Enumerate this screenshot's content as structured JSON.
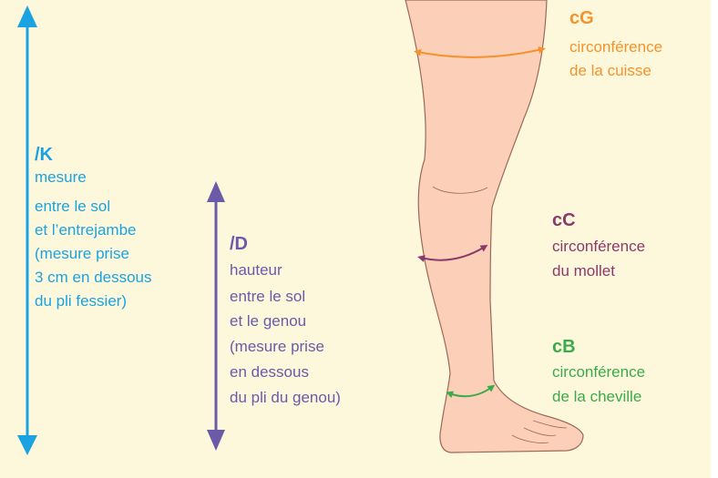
{
  "colors": {
    "background": "#fdf8dc",
    "skin": "#fcd0b8",
    "outline": "#9a6a58",
    "blue_k": "#1aa3e0",
    "purple_d": "#6b5aa8",
    "orange_g": "#f4922c",
    "plum_c": "#8a3a6a",
    "green_b": "#3aab4a"
  },
  "measure_k": {
    "code": "/K",
    "lines": [
      "mesure",
      "entre le sol",
      "et l’entrejambe",
      "(mesure prise",
      "3 cm en dessous",
      "du pli fessier)"
    ]
  },
  "measure_d": {
    "code": "/D",
    "lines": [
      "hauteur",
      "entre le sol",
      "et le genou",
      "(mesure prise",
      "en dessous",
      "du pli du genou)"
    ]
  },
  "measure_g": {
    "code": "cG",
    "lines": [
      "circonférence",
      "de la cuisse"
    ]
  },
  "measure_c": {
    "code": "cC",
    "lines": [
      "circonférence",
      "du mollet"
    ]
  },
  "measure_b": {
    "code": "cB",
    "lines": [
      "circonférence",
      "de la cheville"
    ]
  }
}
